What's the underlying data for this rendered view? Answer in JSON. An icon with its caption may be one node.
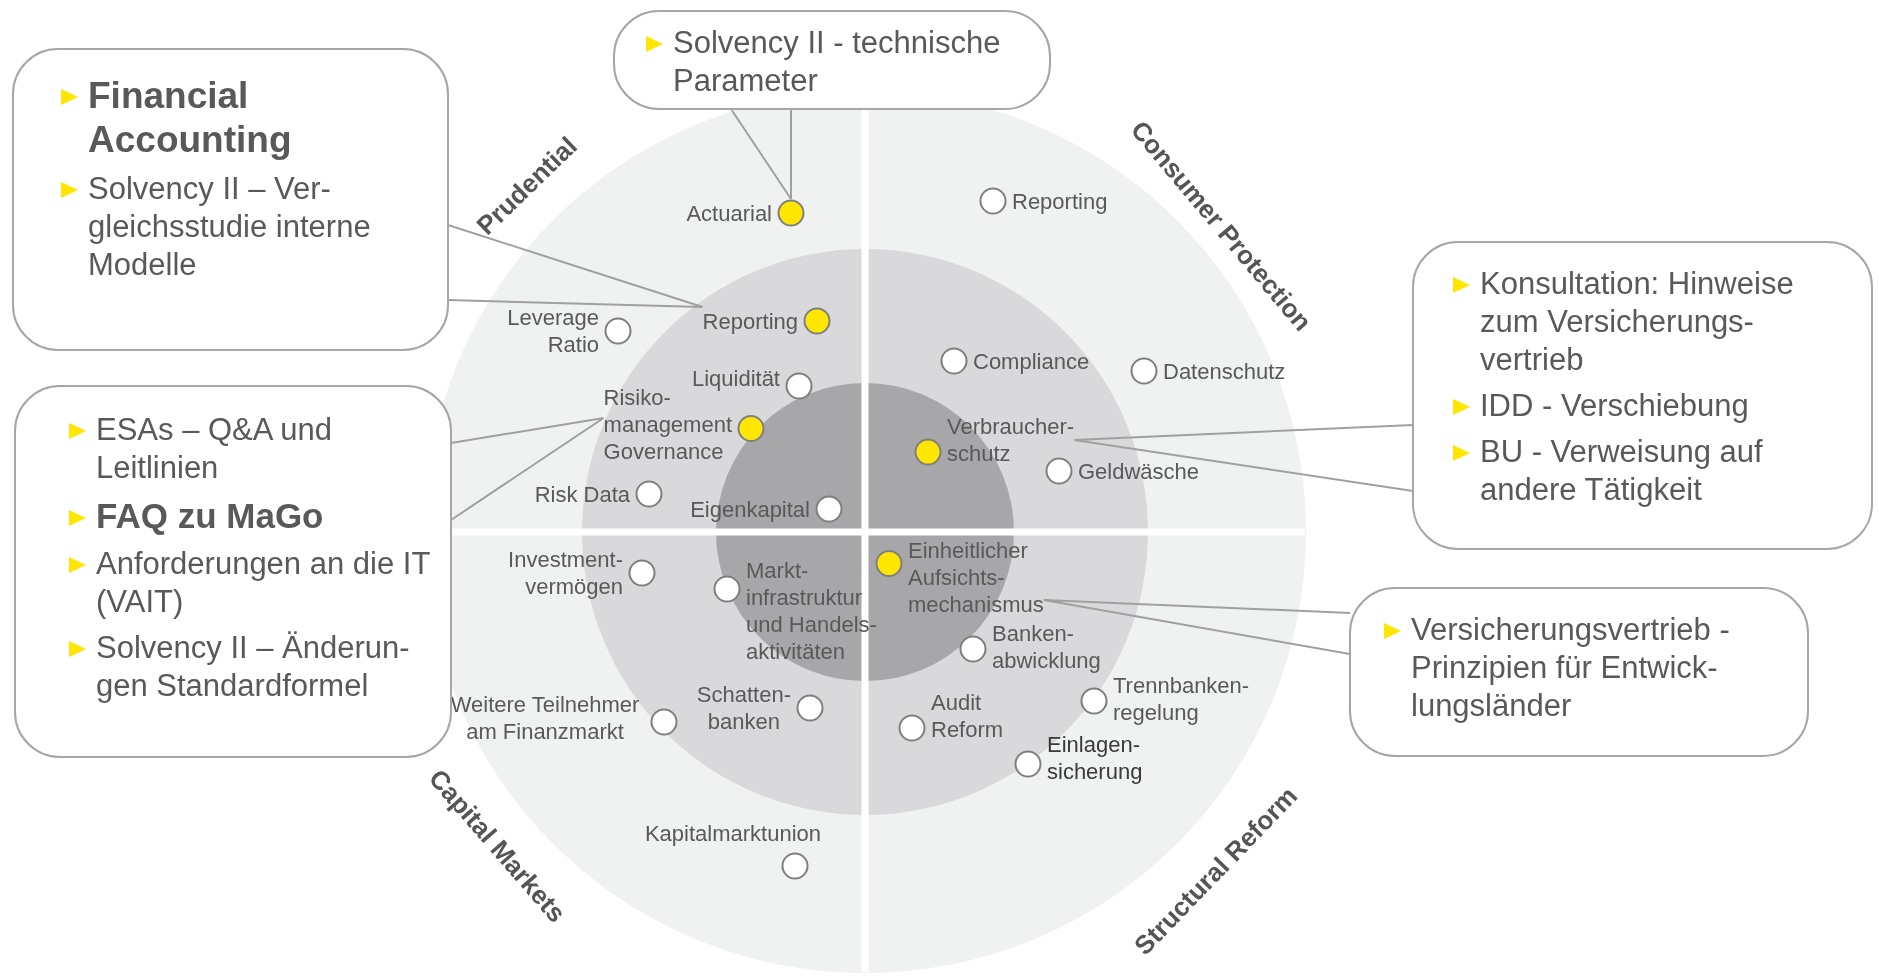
{
  "diagram": {
    "nodes": [
      {
        "text": [
          "Solvency II - technische Parameter"
        ]
      },
      {
        "text": [
          "Financial Accounting",
          "Solvency II – Ver- gleichsstudie interne Modelle"
        ]
      },
      {
        "text": [
          "ESAs – Q&A und Leitlinien",
          "FAQ zu MaGo",
          "Anforderungen an die IT (VAIT)",
          "Solvency II – Änderun- gen Standardformel"
        ]
      },
      {
        "text": [
          "Konsultation: Hinweise zum Versicherungs- vertrieb",
          "IDD - Verschiebung",
          "BU - Verweisung auf andere Tätigkeit"
        ]
      },
      {
        "text": [
          "Versicherungsvertrieb - Prinzipien für Entwick- lungsländer"
        ]
      },
      {
        "text": [
          "Actuarial"
        ]
      },
      {
        "text": [
          "Reporting"
        ]
      },
      {
        "text": [
          "Leverage Ratio"
        ]
      },
      {
        "text": [
          "Reporting"
        ]
      },
      {
        "text": [
          "Compliance"
        ]
      },
      {
        "text": [
          "Datenschutz"
        ]
      },
      {
        "text": [
          "Liquidität"
        ]
      },
      {
        "text": [
          "Risiko- management Governance"
        ]
      },
      {
        "text": [
          "Verbraucher- schutz"
        ]
      },
      {
        "text": [
          "Geldwäsche"
        ]
      },
      {
        "text": [
          "Risk Data"
        ]
      },
      {
        "text": [
          "Eigenkapital"
        ]
      },
      {
        "text": [
          "Investment- vermögen"
        ]
      },
      {
        "text": [
          "Markt- infrastruktur und Handels- aktivitäten"
        ]
      },
      {
        "text": [
          "Einheitlicher Aufsichts- mechanismus"
        ]
      },
      {
        "text": [
          "Banken- abwicklung"
        ]
      },
      {
        "text": [
          "Trennbanken- regelung"
        ]
      },
      {
        "text": [
          "Schatten- banken"
        ]
      },
      {
        "text": [
          "Weitere Teilnehmer am Finanzmarkt"
        ]
      },
      {
        "text": [
          "Audit Reform"
        ]
      },
      {
        "text": [
          "Einlagen- sicherung"
        ]
      },
      {
        "text": [
          "Kapitalmarktunion"
        ]
      }
    ],
    "edges": [
      {
        "from": 0,
        "to": 5,
        "arrow": "none"
      },
      {
        "from": 1,
        "to": 8,
        "arrow": "none"
      },
      {
        "from": 2,
        "to": 12,
        "arrow": "none"
      },
      {
        "from": 3,
        "to": 13,
        "arrow": "none"
      },
      {
        "from": 4,
        "to": 19,
        "arrow": "none"
      }
    ],
    "labels": [
      "Prudential",
      "Consumer Protection",
      "Capital Markets",
      "Structural Reform"
    ]
  }
}
